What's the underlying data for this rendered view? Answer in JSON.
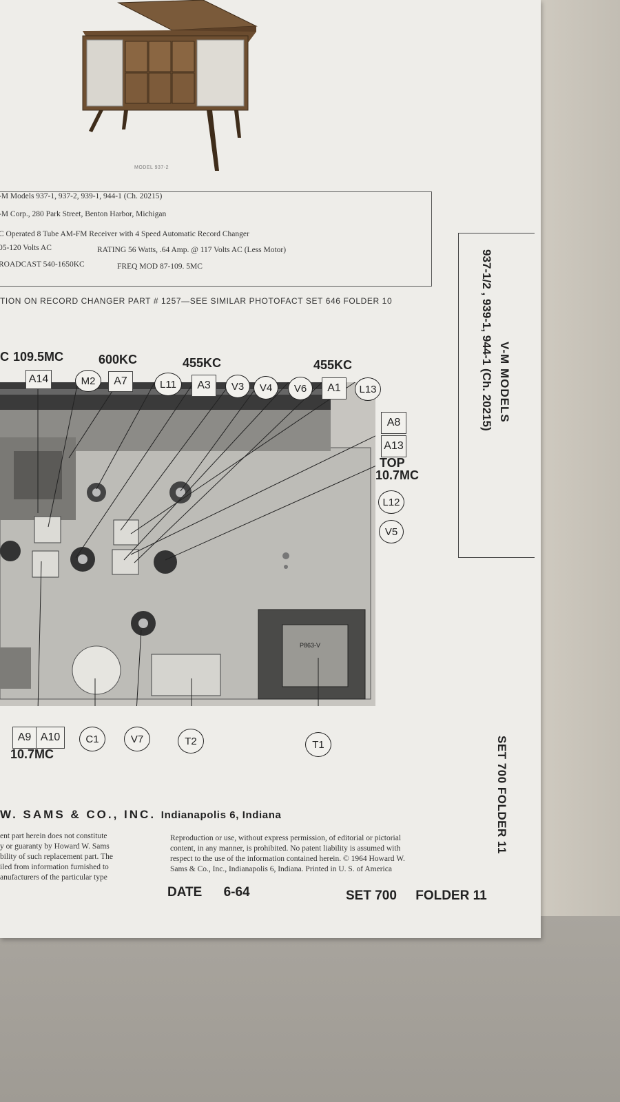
{
  "console": {
    "caption": "MODEL 937-2"
  },
  "spec": {
    "line1": "-M Models 937-1, 937-2, 939-1, 944-1 (Ch. 20215)",
    "line2": "-M Corp., 280 Park Street, Benton Harbor, Michigan",
    "line3": "C Operated 8 Tube AM-FM Receiver with 4 Speed Automatic Record Changer",
    "line4a": "05-120 Volts AC",
    "line4b": "RATING  56 Watts, .64 Amp. @ 117 Volts AC  (Less Motor)",
    "line5a": "ROADCAST  540-1650KC",
    "line5b": "FREQ  MOD  87-109. 5MC"
  },
  "note": "TION ON RECORD CHANGER PART # 1257—SEE SIMILAR PHOTOFACT SET 646 FOLDER 10",
  "chassis": {
    "freq_labels": [
      "C",
      "109.5MC",
      "600KC",
      "455KC",
      "455KC",
      "TOP",
      "10.7MC",
      "10.7MC"
    ],
    "box_labels": [
      "A14",
      "A7",
      "A3",
      "A1",
      "A8",
      "A13",
      "A9",
      "A10"
    ],
    "circle_labels": [
      "M2",
      "L11",
      "V3",
      "V4",
      "V6",
      "L13",
      "L12",
      "V5",
      "C1",
      "V7",
      "T2",
      "T1"
    ],
    "transformer_marking": "P863-V"
  },
  "side_title": {
    "line1": "V-M MODELS",
    "line2": "937-1/2 , 939-1, 944-1 (Ch. 20215)",
    "set_folder": "SET 700     FOLDER 11"
  },
  "footer": {
    "publisher": "W. SAMS & CO., INC.",
    "address": "Indianapolis 6, Indiana",
    "left_disclaimer": [
      "ent part herein does not constitute",
      "y or guaranty by Howard W. Sams",
      "bility of such replacement part. The",
      "iled from information furnished to",
      "anufacturers of the particular type"
    ],
    "right_disclaimer": [
      "Reproduction or use, without express permission, of editorial or pictorial",
      "content, in any manner, is prohibited. No patent liability is assumed with",
      "respect to the use of the information contained herein. © 1964 Howard W.",
      "Sams & Co., Inc., Indianapolis 6, Indiana.      Printed in U. S. of America"
    ],
    "date_label": "DATE",
    "date_value": "6-64",
    "set_label": "SET 700",
    "folder_label": "FOLDER 11"
  }
}
